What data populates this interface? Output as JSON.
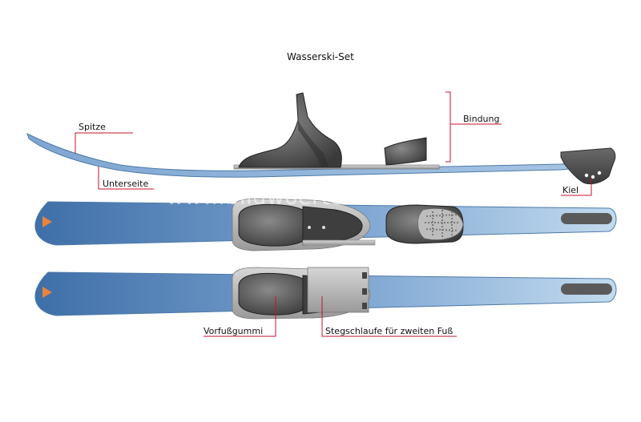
{
  "title": "Wasserski-Set",
  "watermark": "www.bildwoerterbuch.com",
  "labels": {
    "spitze": "Spitze",
    "unterseite": "Unterseite",
    "bindung": "Bindung",
    "kiel": "Kiel",
    "vorfussgummi": "Vorfußgummi",
    "stegschlaufe": "Stegschlaufe für zweiten Fuß"
  },
  "colors": {
    "leader_line": "#c8102e",
    "ski_dark": "#3f6fa8",
    "ski_light": "#b9d4ec",
    "binding": "#4a4a4a",
    "arrow": "#e8843c"
  }
}
